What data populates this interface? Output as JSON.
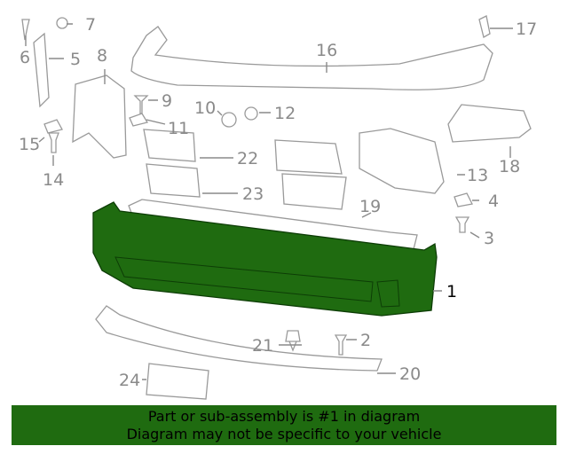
{
  "diagram": {
    "highlight_color": "#1f6b10",
    "callouts": [
      "1",
      "2",
      "3",
      "4",
      "5",
      "6",
      "7",
      "8",
      "9",
      "10",
      "11",
      "12",
      "13",
      "14",
      "15",
      "16",
      "17",
      "18",
      "19",
      "20",
      "21",
      "22",
      "23",
      "24"
    ]
  },
  "banner": {
    "line1": "Part or sub-assembly is #1 in diagram",
    "line2": "Diagram may not be specific to your vehicle"
  }
}
